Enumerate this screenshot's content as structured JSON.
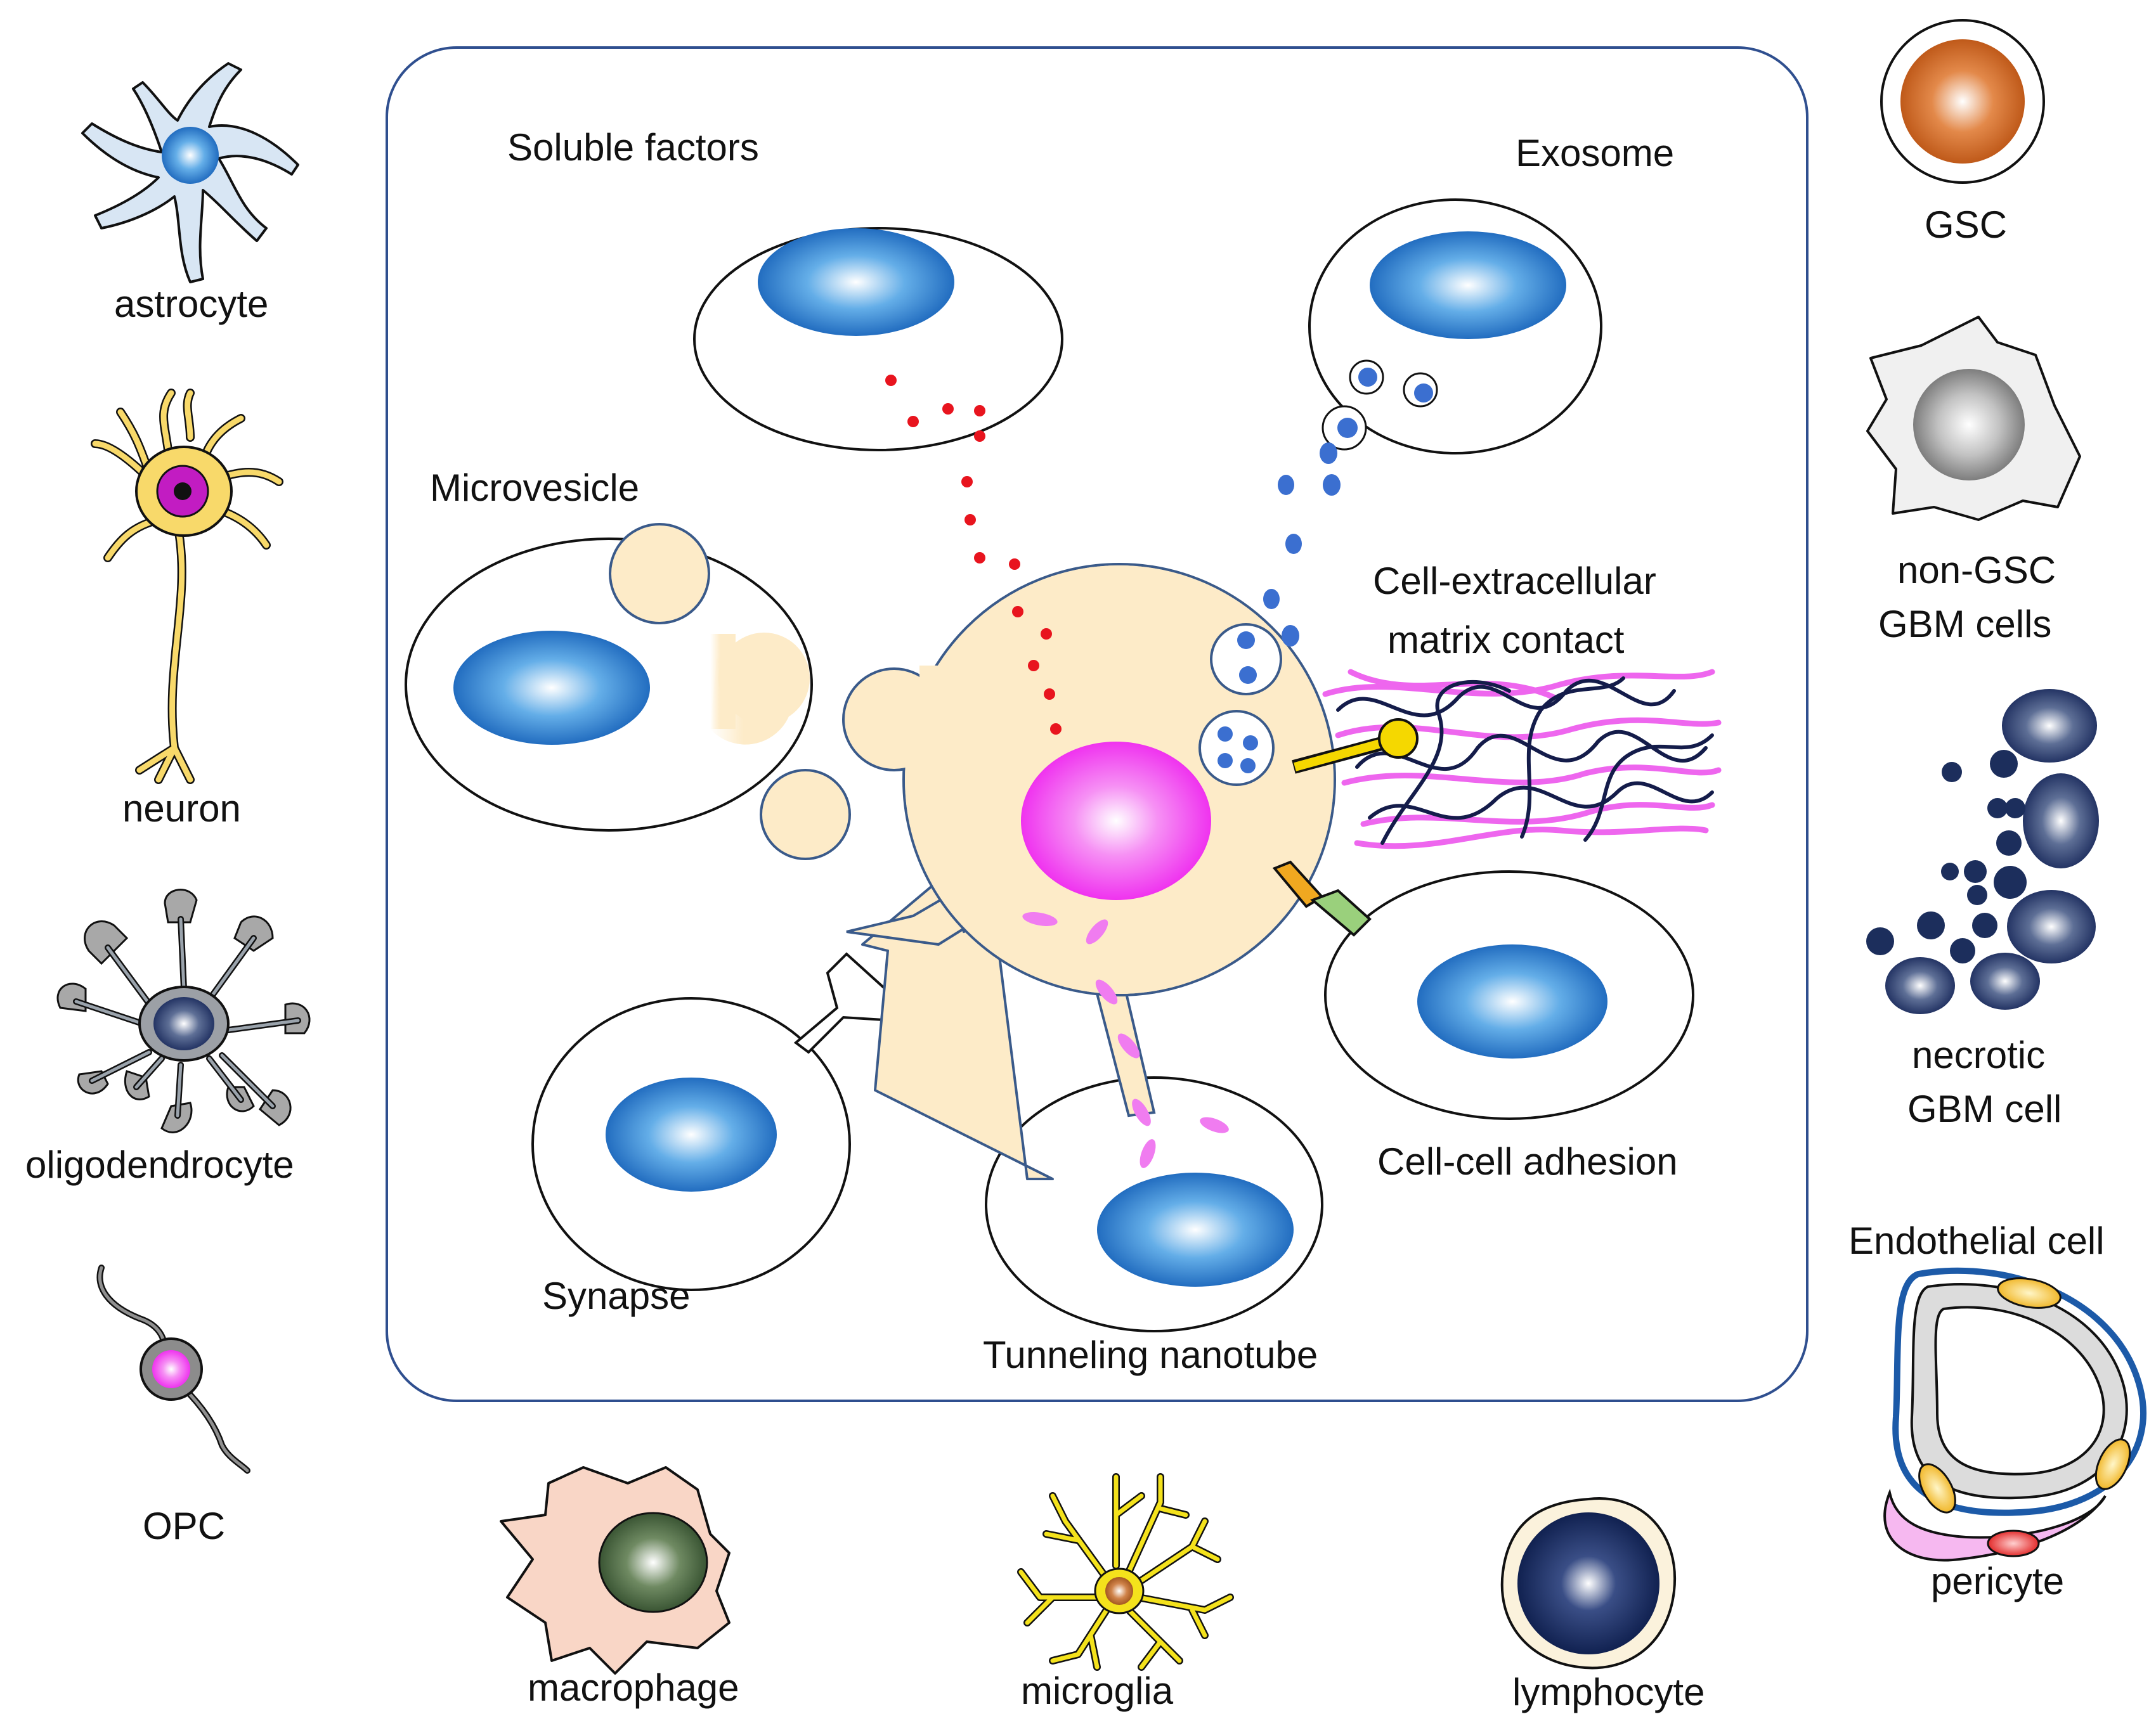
{
  "labels": {
    "astrocyte": "astrocyte",
    "neuron": "neuron",
    "oligodendrocyte": "oligodendrocyte",
    "opc": "OPC",
    "gsc": "GSC",
    "non_gsc_1": "non-GSC",
    "non_gsc_2": "GBM cells",
    "necrotic_1": "necrotic",
    "necrotic_2": "GBM cell",
    "endothelial": "Endothelial cell",
    "pericyte": "pericyte",
    "macrophage": "macrophage",
    "microglia": "microglia",
    "lymphocyte": "lymphocyte"
  },
  "mechanisms": {
    "soluble_factors": "Soluble factors",
    "exosome": "Exosome",
    "microvesicle": "Microvesicle",
    "ecm_1": "Cell-extracellular",
    "ecm_2": "matrix contact",
    "synapse": "Synapse",
    "adhesion": "Cell-cell adhesion",
    "nanotube": "Tunneling nanotube"
  },
  "colors": {
    "frame": "#2f4f8f",
    "nucleus_blue": "#1f6fc0",
    "nucleus_pink": "#f02ef0",
    "central_cell": "#fdebc8",
    "factor_red": "#e8141e",
    "exosome_blue": "#3b6fd0",
    "ecm_pink": "#ee66ee",
    "ecm_navy": "#141c4a",
    "gsc_orange": "#c25a12",
    "necrotic_navy": "#1c2e5c",
    "macrophage": "#f9d6c6",
    "microglia": "#f4e21c",
    "lymphocyte": "#0c1e4c"
  }
}
